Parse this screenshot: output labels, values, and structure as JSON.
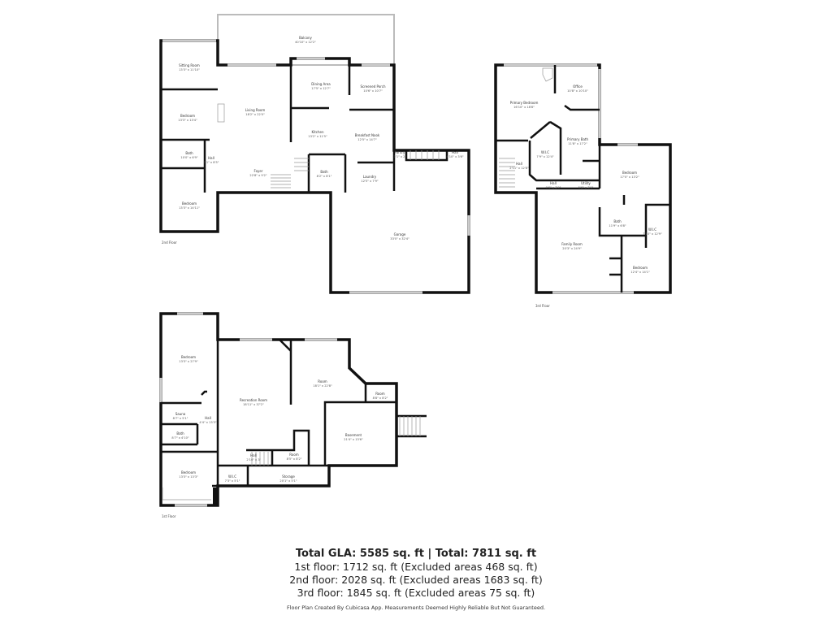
{
  "floors": {
    "second": {
      "label": "2nd Floor",
      "rooms": [
        {
          "name": "Balcony",
          "dims": "40'10\" x 12'2\""
        },
        {
          "name": "Sitting Room",
          "dims": "13'3\" x 11'10\""
        },
        {
          "name": "Bedroom",
          "dims": "13'3\" x 13'4\""
        },
        {
          "name": "Living Room",
          "dims": "18'2\" x 22'0\""
        },
        {
          "name": "Dining Area",
          "dims": "17'5\" x 12'7\""
        },
        {
          "name": "Screened Porch",
          "dims": "10'6\" x 10'7\""
        },
        {
          "name": "Kitchen",
          "dims": "13'2\" x 11'5\""
        },
        {
          "name": "Breakfast Nook",
          "dims": "12'5\" x 14'7\""
        },
        {
          "name": "Bath",
          "dims": "10'0\" x 6'9\""
        },
        {
          "name": "Hall",
          "dims": "7'1\" x 8'5\""
        },
        {
          "name": "Foyer",
          "dims": "22'8\" x 9'2\""
        },
        {
          "name": "Bath",
          "dims": "8'2\" x 8'1\""
        },
        {
          "name": "Laundry",
          "dims": "12'5\" x 7'9\""
        },
        {
          "name": "Pantry",
          "dims": "3'1\" x 2'"
        },
        {
          "name": "Hall",
          "dims": "4'10\" x 3'6\""
        },
        {
          "name": "Bedroom",
          "dims": "13'3\" x 14'11\""
        },
        {
          "name": "Garage",
          "dims": "33'0\" x 32'4\""
        }
      ]
    },
    "third": {
      "label": "3rd Floor",
      "rooms": [
        {
          "name": "Primary Bedroom",
          "dims": "16'10\" x 18'8\""
        },
        {
          "name": "Office",
          "dims": "10'8\" x 10'10\""
        },
        {
          "name": "Primary Bath",
          "dims": "11'8\" x 17'2\""
        },
        {
          "name": "W.I.C",
          "dims": "7'9\" x 12'4\""
        },
        {
          "name": "Hall",
          "dims": "2'11\" x 12'8\""
        },
        {
          "name": "Hall",
          "dims": "9'6\" x 3'9\""
        },
        {
          "name": "Utility",
          "dims": "5'6\" x 3'9\""
        },
        {
          "name": "Bedroom",
          "dims": "17'0\" x 13'2\""
        },
        {
          "name": "Bath",
          "dims": "11'9\" x 6'8\""
        },
        {
          "name": "W.I.C",
          "dims": "7'10\" x 12'9\""
        },
        {
          "name": "Family Room",
          "dims": "20'3\" x 24'9\""
        },
        {
          "name": "Bedroom",
          "dims": "12'4\" x 14'1\""
        }
      ]
    },
    "first": {
      "label": "1st Floor",
      "rooms": [
        {
          "name": "Bedroom",
          "dims": "13'3\" x 27'9\""
        },
        {
          "name": "Recreation Room",
          "dims": "18'11\" x 37'2\""
        },
        {
          "name": "Room",
          "dims": "18'1\" x 22'8\""
        },
        {
          "name": "Room",
          "dims": "8'8\" x 8'2\""
        },
        {
          "name": "Sauna",
          "dims": "8'7\" x 5'1\""
        },
        {
          "name": "Hall",
          "dims": "4'4\" x 13'3\""
        },
        {
          "name": "Bath",
          "dims": "8'7\" x 4'10\""
        },
        {
          "name": "Basement",
          "dims": "21'4\" x 13'6\""
        },
        {
          "name": "Hall",
          "dims": "2'10\" x 3'"
        },
        {
          "name": "Room",
          "dims": "8'5\" x 8'2\""
        },
        {
          "name": "Bedroom",
          "dims": "13'3\" x 13'3\""
        },
        {
          "name": "W.I.C",
          "dims": "7'3\" x 5'1\""
        },
        {
          "name": "Storage",
          "dims": "20'1\" x 5'1\""
        }
      ]
    }
  },
  "summary": {
    "total": "Total GLA: 5585 sq. ft | Total: 7811 sq. ft",
    "first": "1st floor: 1712 sq. ft (Excluded areas 468 sq. ft)",
    "second": "2nd floor: 2028 sq. ft (Excluded areas 1683 sq. ft)",
    "third": "3rd floor: 1845 sq. ft (Excluded areas 75 sq. ft)",
    "footer": "Floor Plan Created By Cubicasa App. Measurements Deemed Highly Reliable But Not Guaranteed."
  }
}
